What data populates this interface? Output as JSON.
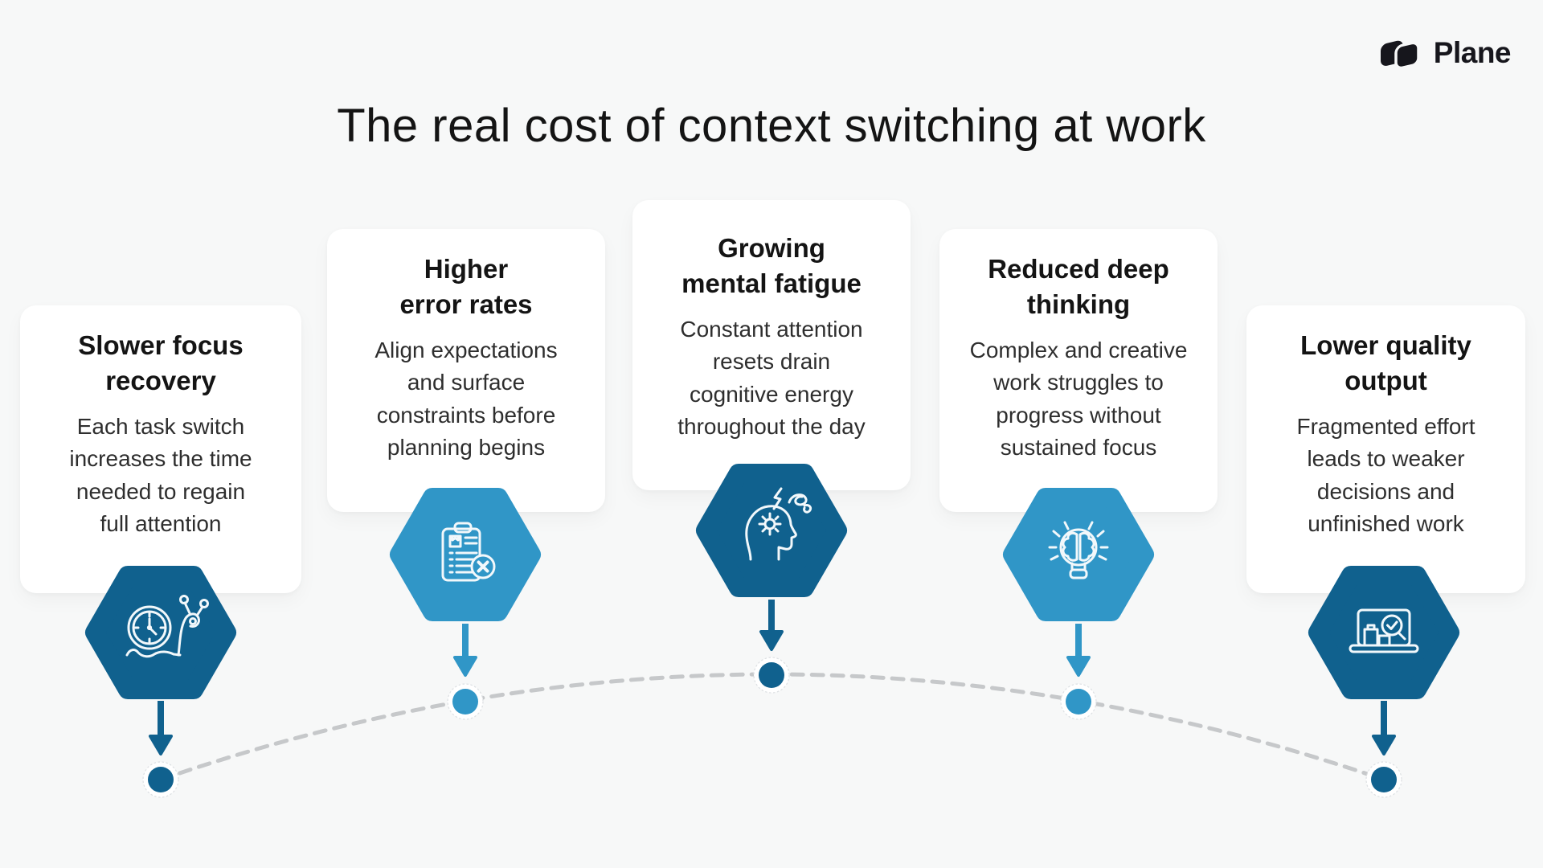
{
  "page": {
    "title": "The real cost of context switching at work"
  },
  "brand": {
    "name": "Plane"
  },
  "colors": {
    "background": "#F7F8F8",
    "card": "#FFFFFF",
    "dark_blue": "#10618E",
    "light_blue": "#3096C7",
    "icon_stroke": "#F2F8FB",
    "dashed_line": "#C6C8CA",
    "heading_text": "#141414",
    "body_text": "#2E2E2E"
  },
  "cards": [
    {
      "title": "Slower focus\nrecovery",
      "body": "Each task switch\nincreases the time\nneeded to regain\nfull attention",
      "icon": "snail-clock-icon",
      "accent": "dark"
    },
    {
      "title": "Higher\nerror rates",
      "body": "Align expectations\nand surface\nconstraints before\nplanning begins",
      "icon": "clipboard-error-icon",
      "accent": "light"
    },
    {
      "title": "Growing\nmental fatigue",
      "body": "Constant attention\nresets drain\ncognitive energy\nthroughout the day",
      "icon": "mental-fatigue-icon",
      "accent": "dark"
    },
    {
      "title": "Reduced deep\nthinking",
      "body": "Complex and creative\nwork struggles to\nprogress without\nsustained focus",
      "icon": "idea-brain-icon",
      "accent": "light"
    },
    {
      "title": "Lower quality\noutput",
      "body": "Fragmented effort\nleads to weaker\ndecisions and\nunfinished work",
      "icon": "laptop-review-icon",
      "accent": "dark"
    }
  ]
}
